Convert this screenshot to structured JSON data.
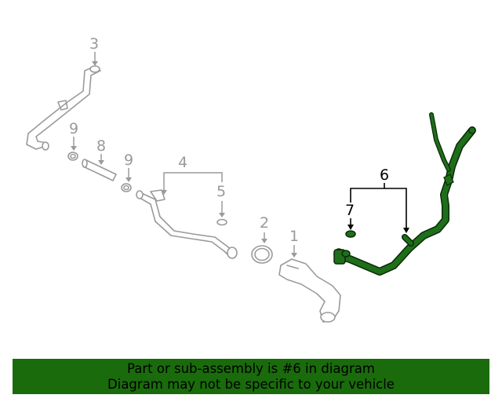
{
  "callouts": {
    "c1": "1",
    "c2": "2",
    "c3": "3",
    "c4": "4",
    "c5": "5",
    "c6": "6",
    "c7": "7",
    "c8": "8",
    "c9a": "9",
    "c9b": "9"
  },
  "banner": {
    "line1": "Part or sub-assembly is #6 in diagram",
    "line2": "Diagram may not be specific to your vehicle"
  },
  "colors": {
    "highlight_part": "#1f6e1a",
    "highlight_outline": "#0a2a08",
    "banner_bg": "#1a6b0c",
    "part_grey": "#9a9a9a"
  }
}
